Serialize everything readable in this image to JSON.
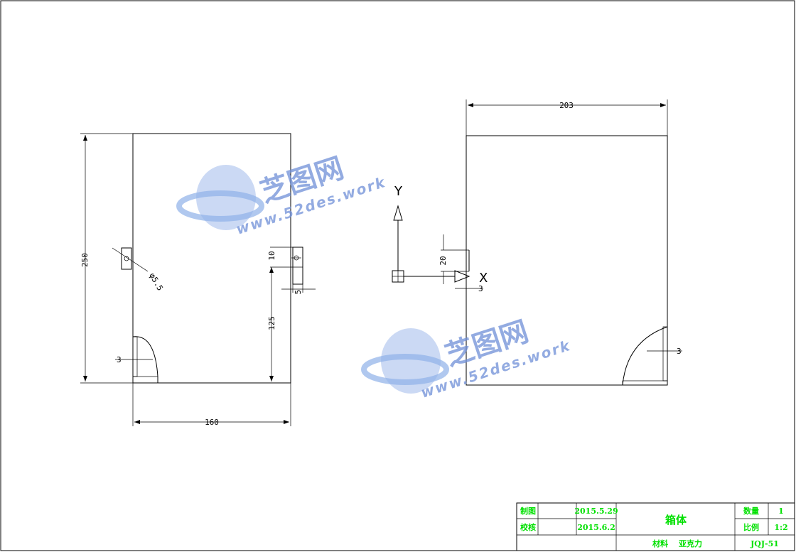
{
  "front_view": {
    "height_dim": "250",
    "width_dim": "160",
    "lower_height_dim": "125",
    "slot_height_dim": "10",
    "slot_width_dim": "5",
    "hole_dim": "φ5.5",
    "wall_thickness_dim": "3"
  },
  "side_view": {
    "width_dim": "203",
    "slot_height_dim": "20",
    "thickness_dim_left": "3",
    "thickness_dim_right": "3"
  },
  "ucs": {
    "x_label": "X",
    "y_label": "Y"
  },
  "watermark": {
    "cn": "芝图网",
    "en": "www.52des.work"
  },
  "title_block": {
    "drawn_label": "制图",
    "drawn_date": "2015.5.29",
    "checked_label": "校核",
    "checked_date": "2015.6.2",
    "part_name": "箱体",
    "qty_label": "数量",
    "qty_value": "1",
    "scale_label": "比例",
    "scale_value": "1:2",
    "material_label": "材料",
    "material_value": "亚克力",
    "drawing_no": "JQJ-51"
  },
  "colors": {
    "line": "#000000",
    "title_text": "#00e000",
    "watermark": "#6f8fd8"
  }
}
